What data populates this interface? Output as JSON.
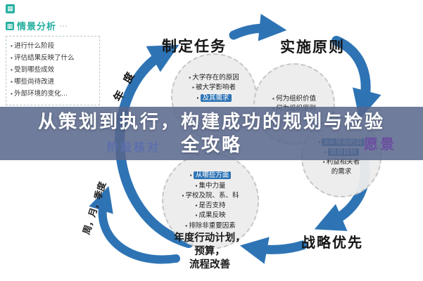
{
  "banner": {
    "line1": "从策划到执行，构建成功的规划与检验",
    "line2": "全攻略"
  },
  "scenario": {
    "title": "情景分析",
    "items": [
      "进行什么阶段",
      "评估结果反映了什么",
      "受到哪些成效",
      "哪些尚待改进",
      "外部环境的变化…"
    ]
  },
  "icons": {
    "logo": "▦",
    "scenario": "▦",
    "dots": "⋯"
  },
  "nodes": {
    "make_task": "制定任务",
    "implement_principle": "实施原则",
    "vision": "愿景",
    "strategy_priority": "战略优先",
    "stage_check": "阶段核对",
    "annual_lines": [
      "年度行动计划，",
      "预算，",
      "流程改善"
    ],
    "year_label": "年 度",
    "period_label": "周，月，季度"
  },
  "circles": [
    {
      "items": [
        "大学存在的原因",
        "被大学影响者",
        "及其需求"
      ]
    },
    {
      "items": [
        "何为组织价值",
        "何为组织原则"
      ]
    },
    {
      "items": [
        "3-5 年后的目",
        "自身目标",
        "利益相关者",
        "的需求"
      ]
    },
    {
      "items": [
        "从哪些方面",
        "集中力量",
        "学校及院、系、科",
        "是否支持",
        "成果反映",
        "排除非重要因素"
      ]
    }
  ],
  "colors": {
    "arrow": "#2e74b5",
    "highlight": "#2e74b5",
    "teal": "#25b0a0",
    "vision": "#6a4fa0",
    "stage": "#5b6fae",
    "banner_bg": "rgba(88,103,138,0.86)"
  }
}
